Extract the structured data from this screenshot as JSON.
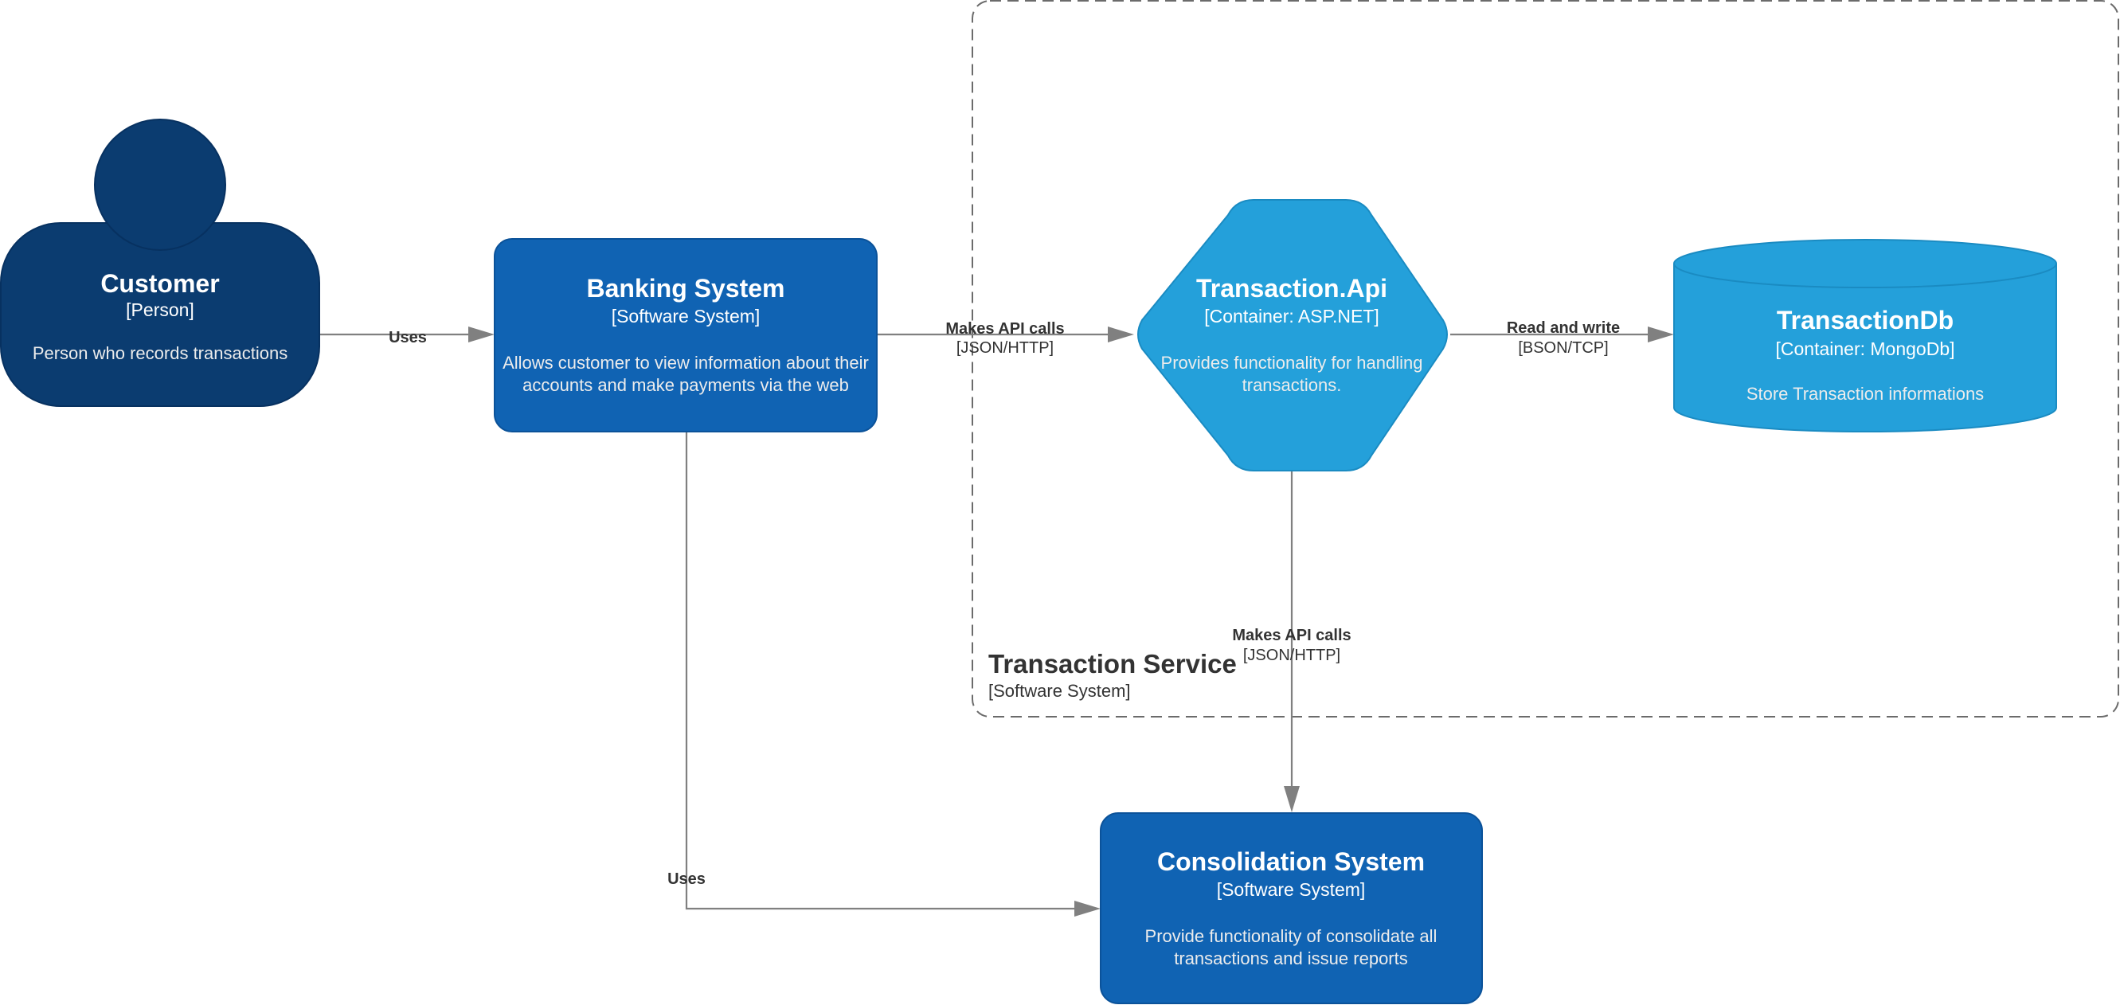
{
  "colors": {
    "person": "#0b3c70",
    "person_border": "#073160",
    "software_system": "#1063b3",
    "software_system_border": "#0b5299",
    "container": "#24a0da",
    "container_border": "#1a8bc2",
    "edge": "#808080",
    "boundary": "#6b6b6b"
  },
  "boundary": {
    "title": "Transaction Service",
    "type": "[Software System]"
  },
  "nodes": {
    "customer": {
      "icon": "person-shape",
      "title": "Customer",
      "type": "[Person]",
      "description": [
        "Person who records transactions"
      ]
    },
    "banking": {
      "title": "Banking System",
      "type": "[Software System]",
      "description": [
        "Allows customer to view information about their",
        "accounts and make payments via the web"
      ]
    },
    "transaction_api": {
      "icon": "hexagon-shape",
      "title": "Transaction.Api",
      "type": "[Container: ASP.NET]",
      "description": [
        "Provides functionality for handling",
        "transactions."
      ]
    },
    "transaction_db": {
      "icon": "database-cylinder-shape",
      "title": "TransactionDb",
      "type": "[Container: MongoDb]",
      "description": [
        "Store Transaction informations"
      ]
    },
    "consolidation": {
      "title": "Consolidation System",
      "type": "[Software System]",
      "description": [
        "Provide functionality of consolidate all",
        "transactions and issue reports"
      ]
    }
  },
  "edges": {
    "customer_to_banking": {
      "label": "Uses"
    },
    "banking_to_api": {
      "label": "Makes API calls",
      "technology": "[JSON/HTTP]"
    },
    "api_to_db": {
      "label": "Read and write",
      "technology": "[BSON/TCP]"
    },
    "api_to_consolidation": {
      "label": "Makes API calls",
      "technology": "[JSON/HTTP]"
    },
    "banking_to_consolidation": {
      "label": "Uses"
    }
  }
}
